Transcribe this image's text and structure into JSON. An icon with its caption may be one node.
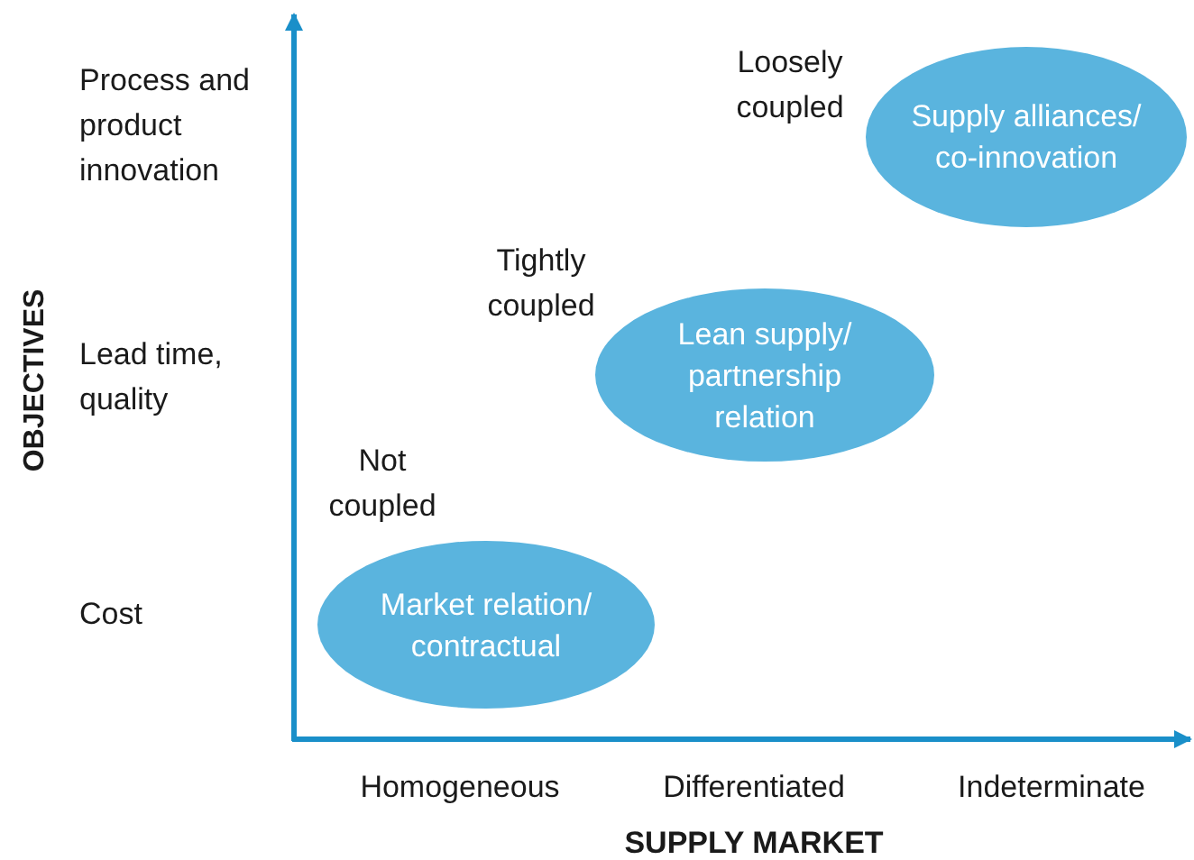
{
  "diagram": {
    "nodes": [
      {
        "text": [
          "Supply alliances/ co-innovation"
        ]
      },
      {
        "text": [
          "Lean supply/ partnership relation"
        ]
      },
      {
        "text": [
          "Market relation/ contractual"
        ]
      }
    ],
    "edges": [],
    "labels": [
      "Process and product innovation",
      "Loosely coupled",
      "Tightly coupled",
      "OBJECTIVES",
      "Lead time, quality",
      "Not coupled",
      "Cost",
      "Homogeneous",
      "Differentiated",
      "Indeterminate",
      "SUPPLY MARKET"
    ]
  }
}
